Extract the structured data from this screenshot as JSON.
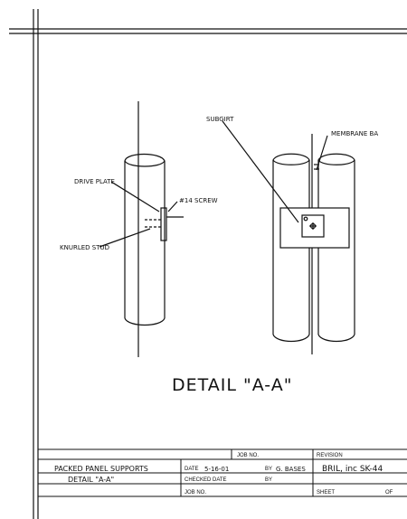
{
  "labels": {
    "drive_plate": "DRIVE PLATE",
    "screw": "#14 SCREW",
    "knurled_stud": "KNURLED STUD",
    "subgirt": "SUBGIRT",
    "membrane": "MEMBRANE BA",
    "detail_title": "DETAIL \"A-A\""
  },
  "title_block": {
    "job_no_label": "JOB NO.",
    "revision_label": "REVISION",
    "drawing_title_line1": "PACKED PANEL SUPPORTS",
    "drawing_title_line2": "DETAIL \"A-A\"",
    "date_label": "DATE",
    "date_value": "5-16-01",
    "by_label": "BY",
    "by_value": "G. BASES",
    "checked_date_label": "CHECKED DATE",
    "by2_label": "BY",
    "job_no2_label": "JOB NO.",
    "company_value": "BRIL, inc SK-44",
    "sheet_label": "SHEET",
    "of_label": "OF"
  }
}
